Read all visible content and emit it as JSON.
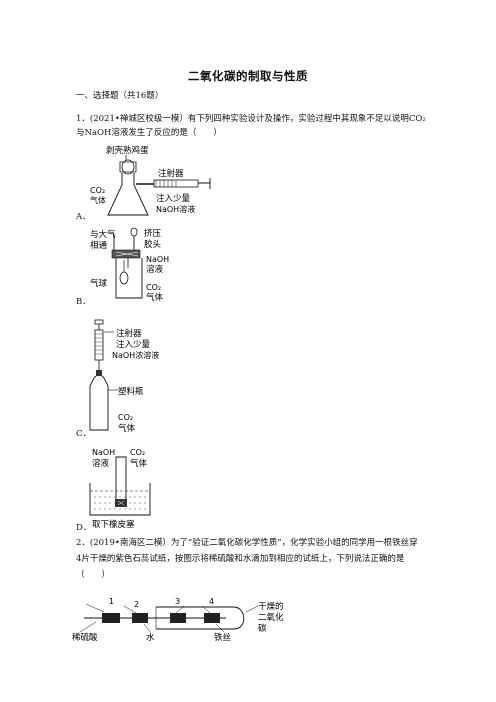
{
  "title": "二氧化碳的制取与性质",
  "section": "一、选择题（共16题）",
  "q1": {
    "line1": "1．(2021•禅城区校级一模）有下列四种实验设计及操作，实验过程中其现象不足以说明CO₂",
    "line2": "与NaOH溶液发生了反应的是（　　）"
  },
  "options": {
    "a": "A．",
    "b": "B．",
    "c": "C．",
    "d": "D．"
  },
  "figA": {
    "top_label": "剥壳熟鸡蛋",
    "syringe_label": "注射器",
    "gas_label_1": "CO₂",
    "gas_label_2": "气体",
    "inject_label_1": "注入少量",
    "inject_label_2": "NaOH溶液"
  },
  "figB": {
    "air_label_1": "与大气",
    "air_label_2": "相通",
    "dropper_label_1": "挤压",
    "dropper_label_2": "胶头",
    "naoh_label_1": "NaOH",
    "naoh_label_2": "溶液",
    "balloon_label": "气球",
    "co2_label_1": "CO₂",
    "co2_label_2": "气体"
  },
  "figC": {
    "syringe_label": "注射器",
    "inject_label": "注入少量",
    "naoh_label": "NaOH浓溶液",
    "bottle_label": "塑料瓶",
    "co2_label_1": "CO₂",
    "co2_label_2": "气体"
  },
  "figD": {
    "naoh_label_1": "NaOH",
    "naoh_label_2": "溶液",
    "co2_label_1": "CO₂",
    "co2_label_2": "气体",
    "plug_label": "取下橡皮塞"
  },
  "q2": {
    "line1": "2．(2019•南海区二模）为了“验证二氧化碳化学性质”，化学实验小组的同学用一根铁丝穿",
    "line2": "4片干燥的紫色石蕊试纸，按图示将稀硫酸和水滴加到相应的试纸上，下列说法正确的是",
    "line3": "（　　）"
  },
  "fig2": {
    "n1": "1",
    "n2": "2",
    "n3": "3",
    "n4": "4",
    "acid_label": "稀硫酸",
    "water_label": "水",
    "wire_label": "铁丝",
    "co2_label_1": "干燥的",
    "co2_label_2": "二氧化",
    "co2_label_3": "碳"
  }
}
